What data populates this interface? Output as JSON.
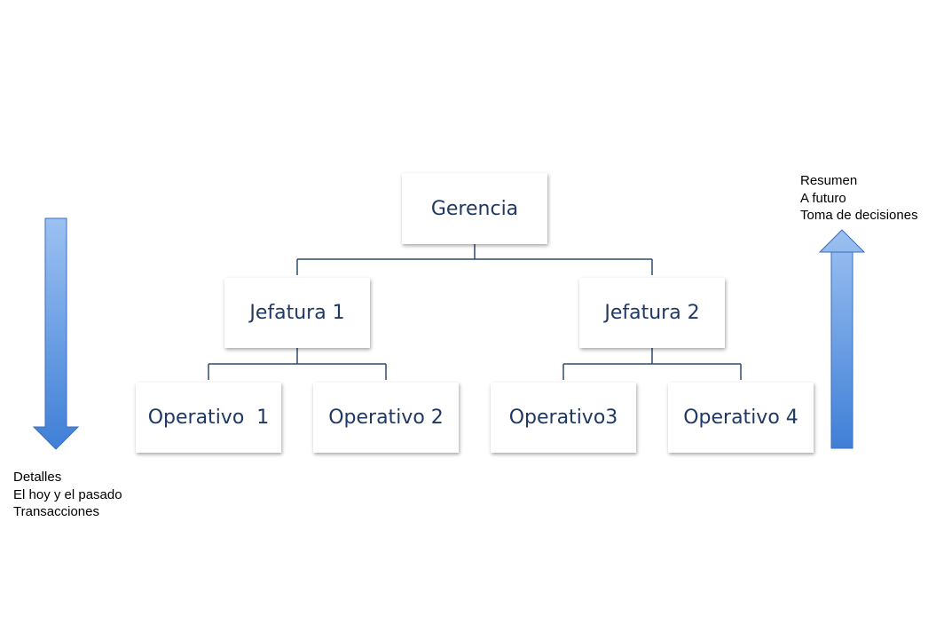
{
  "org_chart": {
    "root": {
      "label": "Gerencia"
    },
    "managers": [
      {
        "label": "Jefatura 1"
      },
      {
        "label": "Jefatura 2"
      }
    ],
    "operatives": [
      {
        "label": "Operativo  1"
      },
      {
        "label": "Operativo 2"
      },
      {
        "label": "Operativo3"
      },
      {
        "label": "Operativo 4"
      }
    ]
  },
  "down_arrow_notes": [
    "Detalles",
    "El hoy y el pasado",
    "Transacciones"
  ],
  "up_arrow_notes": [
    "Resumen",
    "A futuro",
    "Toma de decisiones"
  ],
  "colors": {
    "node_text": "#1f3864",
    "connector": "#2e4a73",
    "arrow_light": "#9cc1f2",
    "arrow_dark": "#3f7fd6"
  }
}
